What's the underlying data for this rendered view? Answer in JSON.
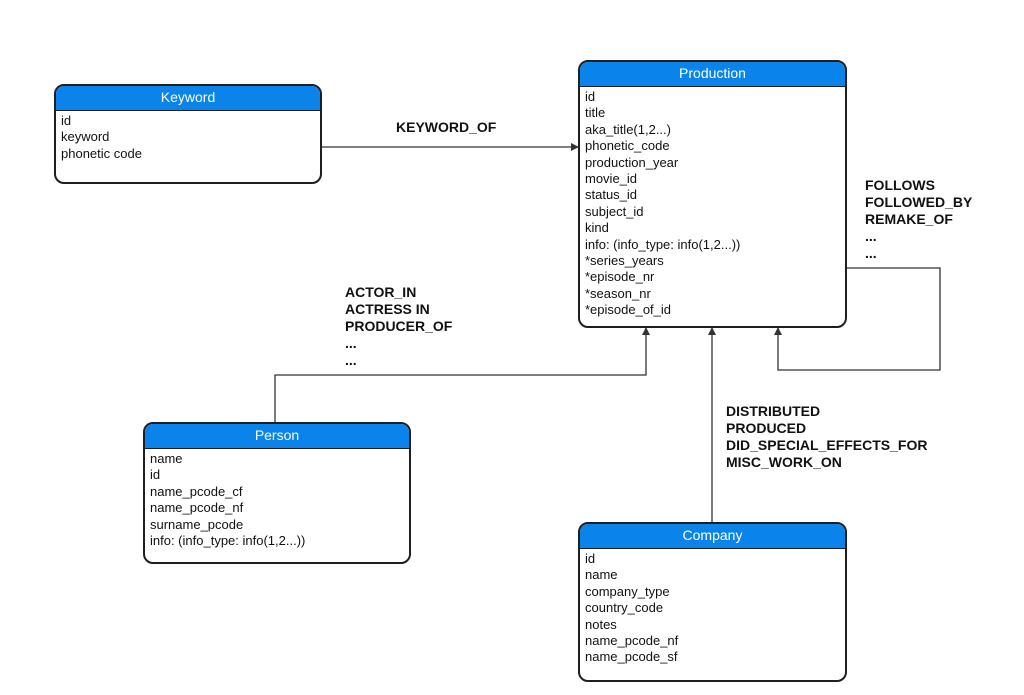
{
  "diagram": {
    "entities": [
      {
        "id": "keyword",
        "title": "Keyword",
        "attributes": [
          "id",
          "keyword",
          "phonetic code"
        ]
      },
      {
        "id": "production",
        "title": "Production",
        "attributes": [
          "id",
          "title",
          "aka_title(1,2...)",
          "phonetic_code",
          "production_year",
          "movie_id",
          "status_id",
          "subject_id",
          "kind",
          "info: (info_type: info(1,2...))",
          "*series_years",
          "*episode_nr",
          "*season_nr",
          "*episode_of_id"
        ]
      },
      {
        "id": "person",
        "title": "Person",
        "attributes": [
          "name",
          "id",
          "name_pcode_cf",
          "name_pcode_nf",
          "surname_pcode",
          "info: (info_type: info(1,2...))"
        ]
      },
      {
        "id": "company",
        "title": "Company",
        "attributes": [
          "id",
          "name",
          "company_type",
          "country_code",
          "notes",
          "name_pcode_nf",
          "name_pcode_sf"
        ]
      }
    ],
    "relationships": [
      {
        "id": "keyword-production",
        "from": "Keyword",
        "to": "Production",
        "labels": [
          "KEYWORD_OF"
        ]
      },
      {
        "id": "person-production",
        "from": "Person",
        "to": "Production",
        "labels": [
          "ACTOR_IN",
          "ACTRESS IN",
          "PRODUCER_OF",
          "...",
          "..."
        ]
      },
      {
        "id": "company-production",
        "from": "Company",
        "to": "Production",
        "labels": [
          "DISTRIBUTED",
          "PRODUCED",
          "DID_SPECIAL_EFFECTS_FOR",
          "MISC_WORK_ON"
        ]
      },
      {
        "id": "production-self",
        "from": "Production",
        "to": "Production",
        "labels": [
          "FOLLOWS",
          "FOLLOWED_BY",
          "REMAKE_OF",
          "...",
          "..."
        ]
      }
    ],
    "colors": {
      "header_fill": "#0a84ea",
      "header_text": "#ffffff",
      "border": "#1f1f1f",
      "text": "#111111",
      "line": "#333333"
    }
  }
}
